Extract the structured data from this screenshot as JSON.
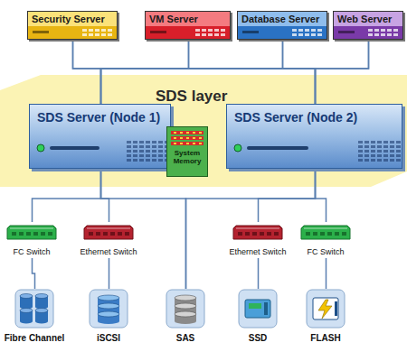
{
  "diagram": {
    "nodes": [
      {
        "text": [
          "Security Server"
        ]
      },
      {
        "text": [
          "VM Server"
        ]
      },
      {
        "text": [
          "Database Server"
        ]
      },
      {
        "text": [
          "Web Server"
        ]
      },
      {
        "text": [
          "SDS layer"
        ]
      },
      {
        "text": [
          "SDS Server (Node 1)"
        ],
        "in": 4
      },
      {
        "text": [
          "System Memory"
        ],
        "in": 4
      },
      {
        "text": [
          "SDS Server (Node 2)"
        ],
        "in": 4
      },
      {
        "text": [
          "FC Switch"
        ]
      },
      {
        "text": [
          "Ethernet Switch"
        ]
      },
      {
        "text": [
          "Ethernet Switch"
        ]
      },
      {
        "text": [
          "FC Switch"
        ]
      },
      {
        "text": [
          "Fibre Channel"
        ]
      },
      {
        "text": [
          "iSCSI"
        ]
      },
      {
        "text": [
          "SAS"
        ]
      },
      {
        "text": [
          "SSD"
        ]
      },
      {
        "text": [
          "FLASH"
        ]
      }
    ],
    "edges": [
      {
        "from": 0,
        "to": 5,
        "arrow": "none"
      },
      {
        "from": 0,
        "to": 7,
        "arrow": "none"
      },
      {
        "from": 1,
        "to": 5,
        "arrow": "none"
      },
      {
        "from": 1,
        "to": 7,
        "arrow": "none"
      },
      {
        "from": 2,
        "to": 5,
        "arrow": "none"
      },
      {
        "from": 2,
        "to": 7,
        "arrow": "none"
      },
      {
        "from": 3,
        "to": 5,
        "arrow": "none"
      },
      {
        "from": 3,
        "to": 7,
        "arrow": "none"
      },
      {
        "from": 5,
        "to": 8,
        "arrow": "none"
      },
      {
        "from": 5,
        "to": 9,
        "arrow": "none"
      },
      {
        "from": 5,
        "to": 14,
        "arrow": "none"
      },
      {
        "from": 7,
        "to": 10,
        "arrow": "none"
      },
      {
        "from": 7,
        "to": 11,
        "arrow": "none"
      },
      {
        "from": 7,
        "to": 14,
        "arrow": "none"
      },
      {
        "from": 8,
        "to": 12,
        "arrow": "none"
      },
      {
        "from": 9,
        "to": 13,
        "arrow": "none"
      },
      {
        "from": 10,
        "to": 15,
        "arrow": "none"
      },
      {
        "from": 11,
        "to": 16,
        "arrow": "none"
      }
    ]
  }
}
